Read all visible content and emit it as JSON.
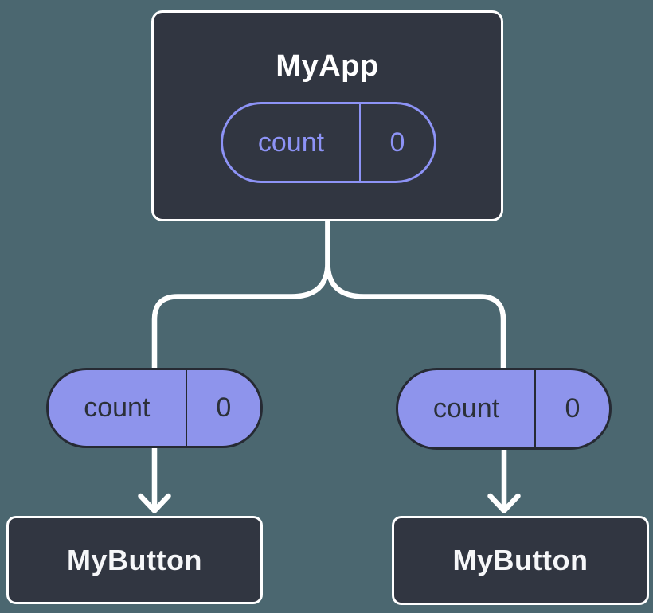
{
  "diagram": {
    "root": {
      "title": "MyApp",
      "state": {
        "label": "count",
        "value": "0"
      }
    },
    "children": [
      {
        "title": "MyButton",
        "prop": {
          "label": "count",
          "value": "0"
        }
      },
      {
        "title": "MyButton",
        "prop": {
          "label": "count",
          "value": "0"
        }
      }
    ],
    "colors": {
      "background": "#4b6770",
      "node_fill": "#313641",
      "node_border": "#ffffff",
      "connector": "#ffffff",
      "accent_purple": "#8d93f6",
      "pill_fill": "#8e94ec",
      "pill_dark_text": "#2b3038"
    }
  }
}
